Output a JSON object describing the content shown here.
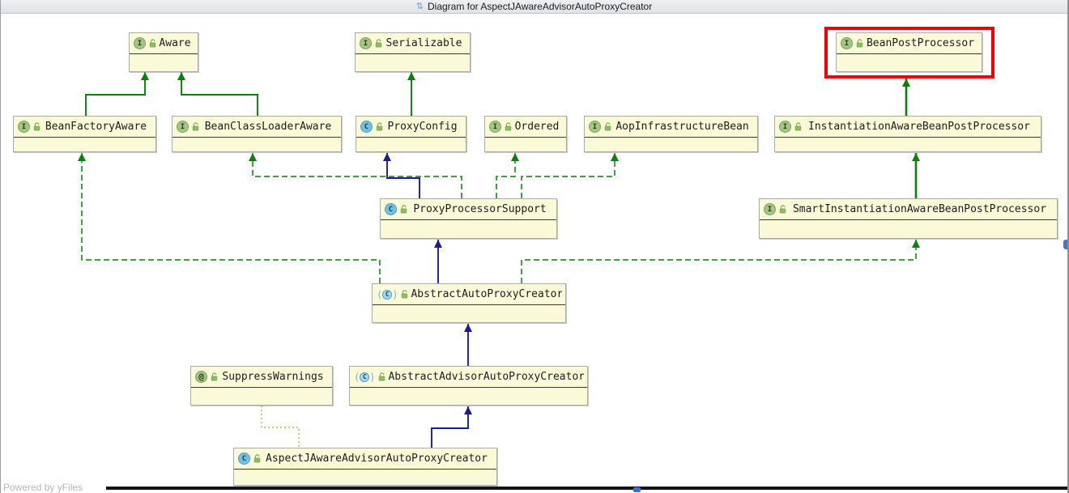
{
  "window": {
    "title": "Diagram for AspectJAwareAdvisorAutoProxyCreator"
  },
  "watermark": "Powered by yFiles",
  "colors": {
    "node_fill": "#fafad8",
    "node_border": "#ababab",
    "interface_edge": "#0a7f0a",
    "class_edge": "#1c1c92",
    "annotation_edge": "#b3b34a",
    "selection": "#f50000"
  },
  "nodes": [
    {
      "id": "aware",
      "label": "Aware",
      "kind": "interface",
      "selected": false
    },
    {
      "id": "serializable",
      "label": "Serializable",
      "kind": "interface",
      "selected": false
    },
    {
      "id": "bean-post-processor",
      "label": "BeanPostProcessor",
      "kind": "interface",
      "selected": true
    },
    {
      "id": "bean-factory-aware",
      "label": "BeanFactoryAware",
      "kind": "interface",
      "selected": false
    },
    {
      "id": "bean-class-loader-aware",
      "label": "BeanClassLoaderAware",
      "kind": "interface",
      "selected": false
    },
    {
      "id": "proxy-config",
      "label": "ProxyConfig",
      "kind": "class",
      "selected": false
    },
    {
      "id": "ordered",
      "label": "Ordered",
      "kind": "interface",
      "selected": false
    },
    {
      "id": "aop-infrastructure-bean",
      "label": "AopInfrastructureBean",
      "kind": "interface",
      "selected": false
    },
    {
      "id": "instantiation-aware-bean-post-processor",
      "label": "InstantiationAwareBeanPostProcessor",
      "kind": "interface",
      "selected": false
    },
    {
      "id": "proxy-processor-support",
      "label": "ProxyProcessorSupport",
      "kind": "class",
      "selected": false
    },
    {
      "id": "smart-instantiation-aware-bean-post-processor",
      "label": "SmartInstantiationAwareBeanPostProcessor",
      "kind": "interface",
      "selected": false
    },
    {
      "id": "abstract-auto-proxy-creator",
      "label": "AbstractAutoProxyCreator",
      "kind": "abstract-class",
      "selected": false
    },
    {
      "id": "suppress-warnings",
      "label": "SuppressWarnings",
      "kind": "annotation",
      "selected": false
    },
    {
      "id": "abstract-advisor-auto-proxy-creator",
      "label": "AbstractAdvisorAutoProxyCreator",
      "kind": "abstract-class",
      "selected": false
    },
    {
      "id": "aspectj-aware-advisor-auto-proxy-creator",
      "label": "AspectJAwareAdvisorAutoProxyCreator",
      "kind": "class",
      "selected": false
    }
  ],
  "edges": [
    {
      "from": "BeanFactoryAware",
      "to": "Aware",
      "kind": "interface-generalization"
    },
    {
      "from": "BeanClassLoaderAware",
      "to": "Aware",
      "kind": "interface-generalization"
    },
    {
      "from": "ProxyConfig",
      "to": "Serializable",
      "kind": "interface-generalization"
    },
    {
      "from": "InstantiationAwareBeanPostProcessor",
      "to": "BeanPostProcessor",
      "kind": "interface-generalization"
    },
    {
      "from": "SmartInstantiationAwareBeanPostProcessor",
      "to": "InstantiationAwareBeanPostProcessor",
      "kind": "interface-generalization"
    },
    {
      "from": "ProxyProcessorSupport",
      "to": "BeanClassLoaderAware",
      "kind": "realization"
    },
    {
      "from": "ProxyProcessorSupport",
      "to": "Ordered",
      "kind": "realization"
    },
    {
      "from": "ProxyProcessorSupport",
      "to": "AopInfrastructureBean",
      "kind": "realization"
    },
    {
      "from": "AbstractAutoProxyCreator",
      "to": "BeanFactoryAware",
      "kind": "realization"
    },
    {
      "from": "AbstractAutoProxyCreator",
      "to": "SmartInstantiationAwareBeanPostProcessor",
      "kind": "realization"
    },
    {
      "from": "ProxyProcessorSupport",
      "to": "ProxyConfig",
      "kind": "class-generalization"
    },
    {
      "from": "AbstractAutoProxyCreator",
      "to": "ProxyProcessorSupport",
      "kind": "class-generalization"
    },
    {
      "from": "AbstractAdvisorAutoProxyCreator",
      "to": "AbstractAutoProxyCreator",
      "kind": "class-generalization"
    },
    {
      "from": "AspectJAwareAdvisorAutoProxyCreator",
      "to": "AbstractAdvisorAutoProxyCreator",
      "kind": "class-generalization"
    },
    {
      "from": "SuppressWarnings",
      "to": "AspectJAwareAdvisorAutoProxyCreator",
      "kind": "annotation"
    }
  ]
}
